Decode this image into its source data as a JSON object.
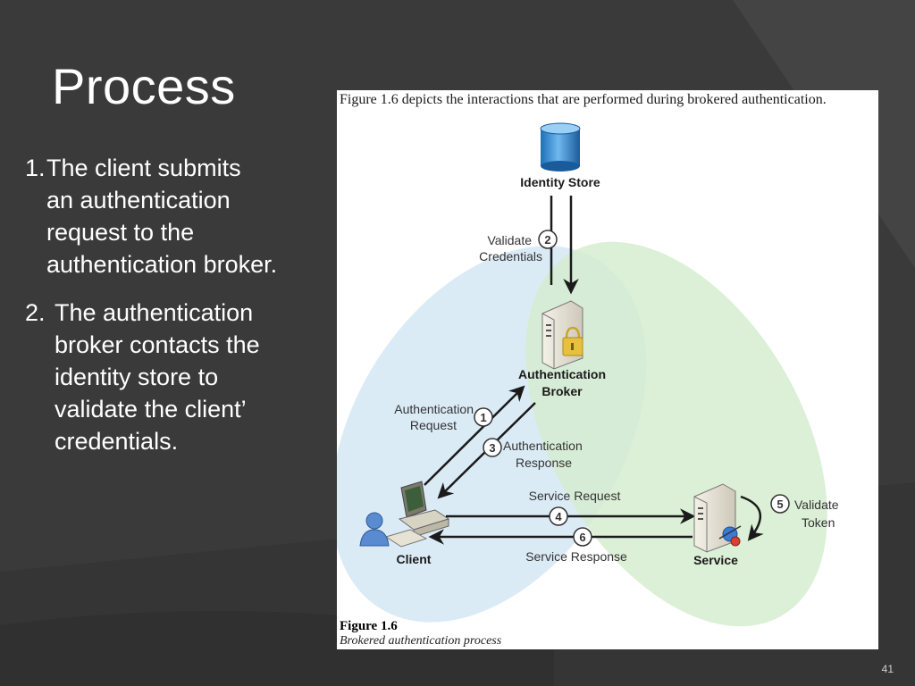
{
  "slide": {
    "title": "Process",
    "page_number": "41"
  },
  "steps": [
    {
      "number": "1.",
      "text_lines": [
        "The client submits",
        "an authentication",
        "request to the",
        "authentication broker."
      ]
    },
    {
      "number": "2.",
      "text_lines": [
        "The authentication",
        "broker contacts the",
        "identity store to",
        "validate the client’",
        "credentials."
      ]
    }
  ],
  "figure": {
    "intro": "Figure 1.6 depicts the interactions that are performed during brokered authentication.",
    "caption_title": "Figure 1.6",
    "caption_subtitle": "Brokered authentication process",
    "nodes": {
      "identity_store": "Identity Store",
      "broker_line1": "Authentication",
      "broker_line2": "Broker",
      "client": "Client",
      "service": "Service"
    },
    "steps": {
      "s1_line1": "Authentication",
      "s1_line2": "Request",
      "s1_num": "1",
      "s2_line1": "Validate",
      "s2_line2": "Credentials",
      "s2_num": "2",
      "s3_line1": "Authentication",
      "s3_line2": "Response",
      "s3_num": "3",
      "s4_label": "Service Request",
      "s4_num": "4",
      "s5_line1": "Validate",
      "s5_line2": "Token",
      "s5_num": "5",
      "s6_label": "Service Response",
      "s6_num": "6"
    },
    "colors": {
      "client_zone": "#d8e9f4",
      "service_zone": "#d6ecd0",
      "arrow": "#1a1a1a"
    }
  }
}
